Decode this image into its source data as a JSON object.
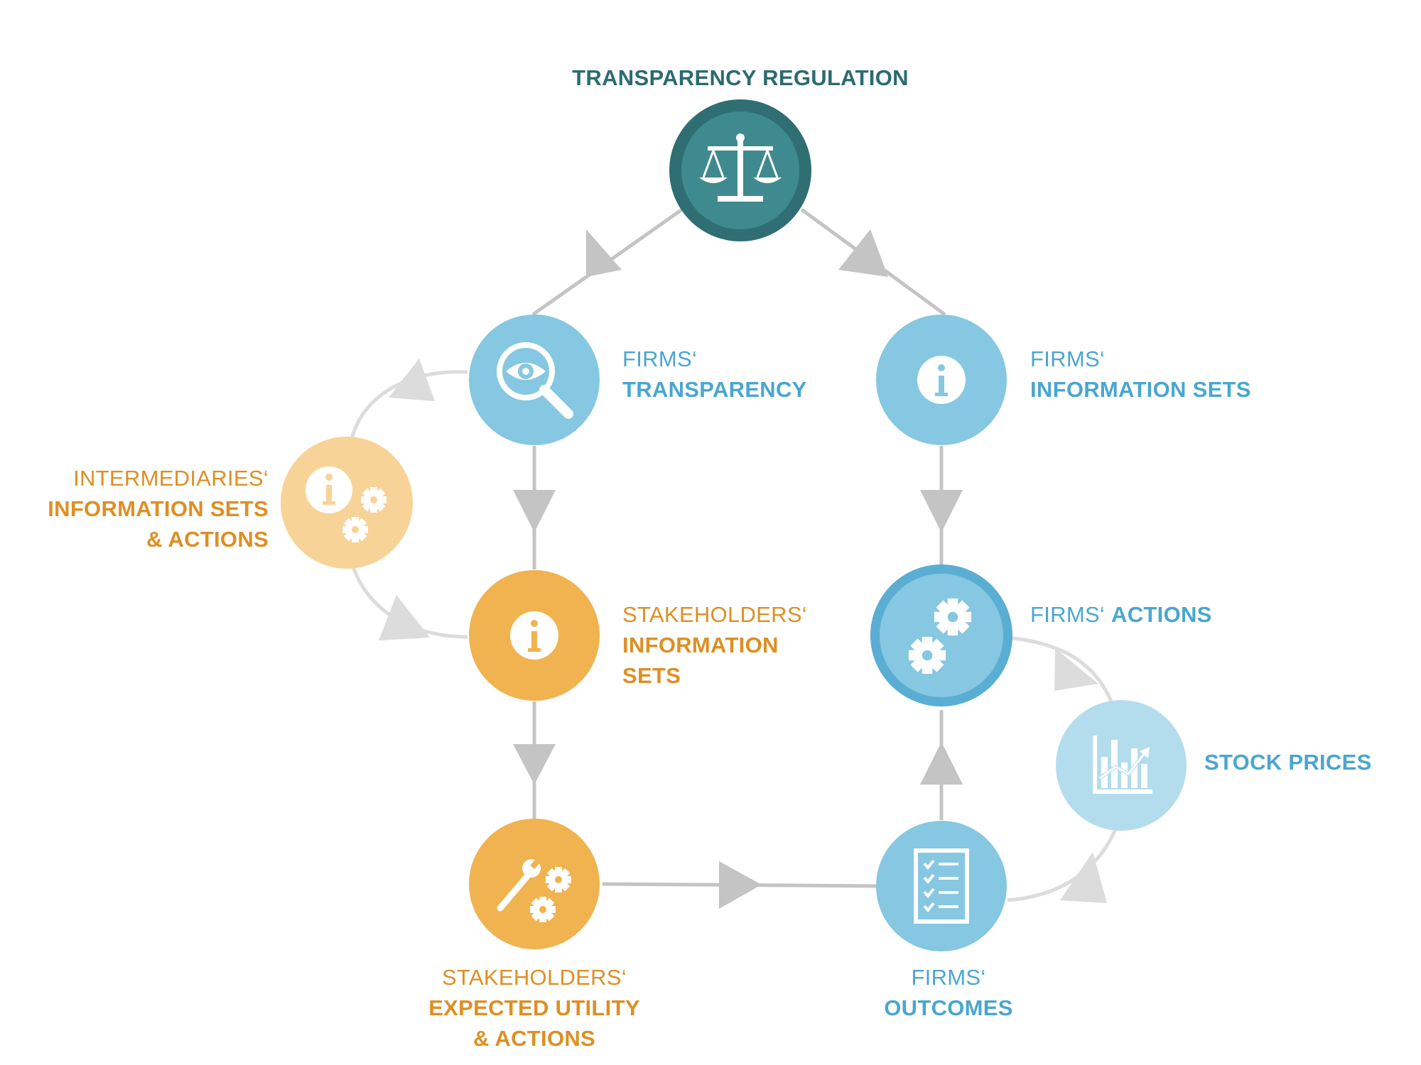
{
  "colors": {
    "regulation": "#2f6f73",
    "regulation_ring": "#3f8a8e",
    "firm_blue": "#86c7e1",
    "firm_actions_ring": "#5aaed3",
    "stock_light": "#b3dded",
    "stakeholder_orange": "#f0b350",
    "intermediary_light": "#f8d398",
    "connector_gray": "#c4c4c4",
    "loop_gray": "#dcdcdc",
    "label_teal": "#2b6b6f",
    "label_blue": "#4aa6cf",
    "label_orange": "#dd8f24"
  },
  "nodes": {
    "regulation": {
      "title": "TRANSPARENCY REGULATION",
      "icon": "scales-of-justice-icon"
    },
    "firms_transparency": {
      "line1": "FIRMS‘",
      "line2": "TRANSPARENCY",
      "icon": "magnifier-eye-icon"
    },
    "firms_information_sets": {
      "line1": "FIRMS‘",
      "line2": "INFORMATION SETS",
      "icon": "info-icon"
    },
    "intermediaries": {
      "line1": "INTERMEDIARIES‘",
      "line2": "INFORMATION SETS",
      "line3": "& ACTIONS",
      "icon": "info-gears-icon"
    },
    "stakeholders_info": {
      "line1": "STAKEHOLDERS‘",
      "line2": "INFORMATION",
      "line3": "SETS",
      "icon": "info-icon"
    },
    "firms_actions": {
      "line1": "FIRMS‘",
      "line2": "ACTIONS",
      "icon": "gears-icon"
    },
    "stock_prices": {
      "title": "STOCK PRICES",
      "icon": "bar-chart-icon"
    },
    "stakeholders_utility": {
      "line1": "STAKEHOLDERS‘",
      "line2": "EXPECTED UTILITY",
      "line3": "& ACTIONS",
      "icon": "wrench-gears-icon"
    },
    "firms_outcomes": {
      "line1": "FIRMS‘",
      "line2": "OUTCOMES",
      "icon": "checklist-icon"
    }
  }
}
